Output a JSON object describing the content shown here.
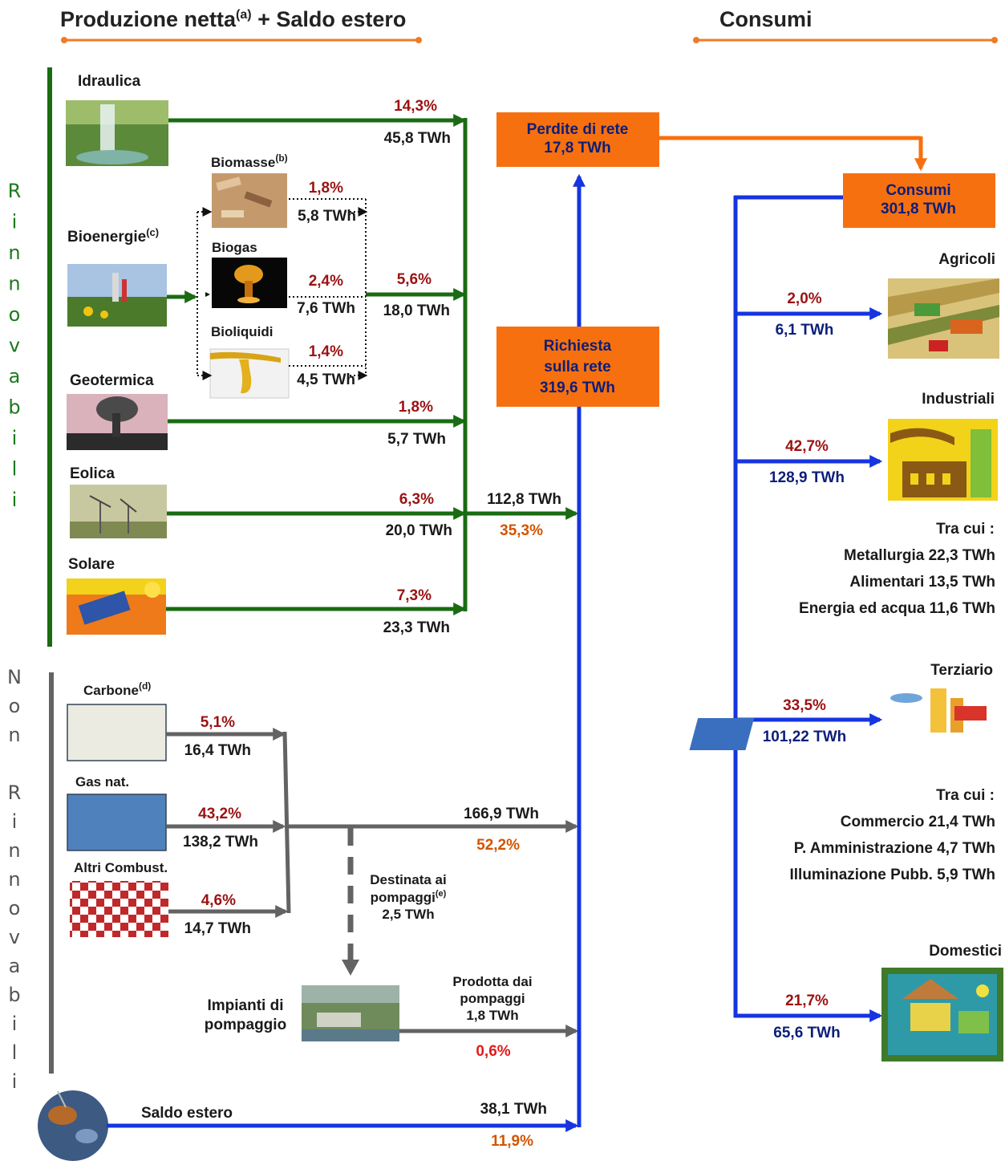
{
  "headers": {
    "left": "Produzione netta",
    "left_sup": "(a)",
    "left_tail": " + Saldo estero",
    "right": "Consumi"
  },
  "colors": {
    "renewable": "#1a6b12",
    "nonrenewable": "#636363",
    "grid": "#1634e0",
    "box": "#f7700f",
    "accent_line": "#f07a28"
  },
  "side_labels": {
    "renewable": [
      "R",
      "i",
      "n",
      "n",
      "o",
      "v",
      "a",
      "b",
      "i",
      "l",
      "i"
    ],
    "nonrenewable": [
      "N",
      "o",
      "n",
      "",
      "R",
      "i",
      "n",
      "n",
      "o",
      "v",
      "a",
      "b",
      "i",
      "l",
      "i"
    ]
  },
  "renewables": {
    "idraulica": {
      "name": "Idraulica",
      "pct": "14,3%",
      "twh": "45,8 TWh"
    },
    "bioenergie": {
      "name": "Bioenergie",
      "sup": "(c)",
      "pct": "5,6%",
      "twh": "18,0 TWh"
    },
    "biomasse": {
      "name": "Biomasse",
      "sup": "(b)",
      "pct": "1,8%",
      "twh": "5,8 TWh"
    },
    "biogas": {
      "name": "Biogas",
      "pct": "2,4%",
      "twh": "7,6 TWh"
    },
    "bioliquidi": {
      "name": "Bioliquidi",
      "pct": "1,4%",
      "twh": "4,5 TWh"
    },
    "geotermica": {
      "name": "Geotermica",
      "pct": "1,8%",
      "twh": "5,7 TWh"
    },
    "eolica": {
      "name": "Eolica",
      "pct": "6,3%",
      "twh": "20,0 TWh"
    },
    "solare": {
      "name": "Solare",
      "pct": "7,3%",
      "twh": "23,3 TWh"
    },
    "total_twh": "112,8 TWh",
    "total_pct": "35,3%"
  },
  "nonrenewables": {
    "carbone": {
      "name": "Carbone",
      "sup": "(d)",
      "pct": "5,1%",
      "twh": "16,4 TWh"
    },
    "gas": {
      "name": "Gas nat.",
      "pct": "43,2%",
      "twh": "138,2 TWh"
    },
    "altri": {
      "name": "Altri Combust.",
      "pct": "4,6%",
      "twh": "14,7 TWh"
    },
    "total_twh": "166,9 TWh",
    "total_pct": "52,2%",
    "pompaggi_dest_l1": "Destinata ai",
    "pompaggi_dest_l2": "pompaggi",
    "pompaggi_dest_sup": "(e)",
    "pompaggi_dest_twh": "2,5 TWh",
    "impianti_l1": "Impianti di",
    "impianti_l2": "pompaggio",
    "prodotta_l1": "Prodotta dai",
    "prodotta_l2": "pompaggi",
    "prodotta_twh": "1,8 TWh",
    "prodotta_pct": "0,6%"
  },
  "saldo": {
    "name": "Saldo estero",
    "twh": "38,1 TWh",
    "pct": "11,9%"
  },
  "boxes": {
    "perdite_l1": "Perdite di rete",
    "perdite_l2": "17,8 TWh",
    "richiesta_l1": "Richiesta",
    "richiesta_l2": "sulla rete",
    "richiesta_l3": "319,6 TWh",
    "consumi_l1": "Consumi",
    "consumi_l2": "301,8 TWh"
  },
  "consumi": {
    "agricoli": {
      "name": "Agricoli",
      "pct": "2,0%",
      "twh": "6,1 TWh"
    },
    "industriali": {
      "name": "Industriali",
      "pct": "42,7%",
      "twh": "128,9 TWh",
      "tra_cui": "Tra cui :",
      "details": [
        "Metallurgia 22,3 TWh",
        "Alimentari 13,5 TWh",
        "Energia ed acqua 11,6 TWh"
      ]
    },
    "terziario": {
      "name": "Terziario",
      "pct": "33,5%",
      "twh": "101,22 TWh",
      "tra_cui": "Tra cui :",
      "details": [
        "Commercio 21,4 TWh",
        "P. Amministrazione 4,7 TWh",
        "Illuminazione Pubb. 5,9 TWh"
      ]
    },
    "domestici": {
      "name": "Domestici",
      "pct": "21,7%",
      "twh": "65,6 TWh"
    }
  }
}
